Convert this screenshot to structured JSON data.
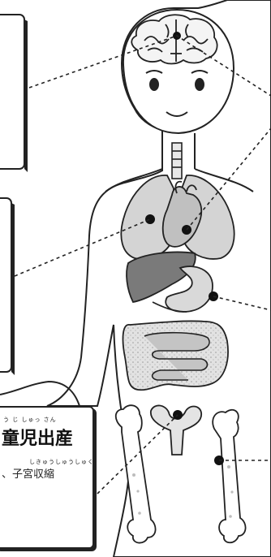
{
  "label_box": {
    "main_text": "童児出産",
    "main_ruby": "う じ しゅっ さん",
    "sub_text": "、子宮収縮",
    "sub_ruby": "しきゅうしゅうしゅく"
  },
  "colors": {
    "outline": "#222222",
    "organ_light": "#d4d4d4",
    "organ_dark": "#7a7a7a",
    "organ_mid": "#b0b0b0"
  }
}
